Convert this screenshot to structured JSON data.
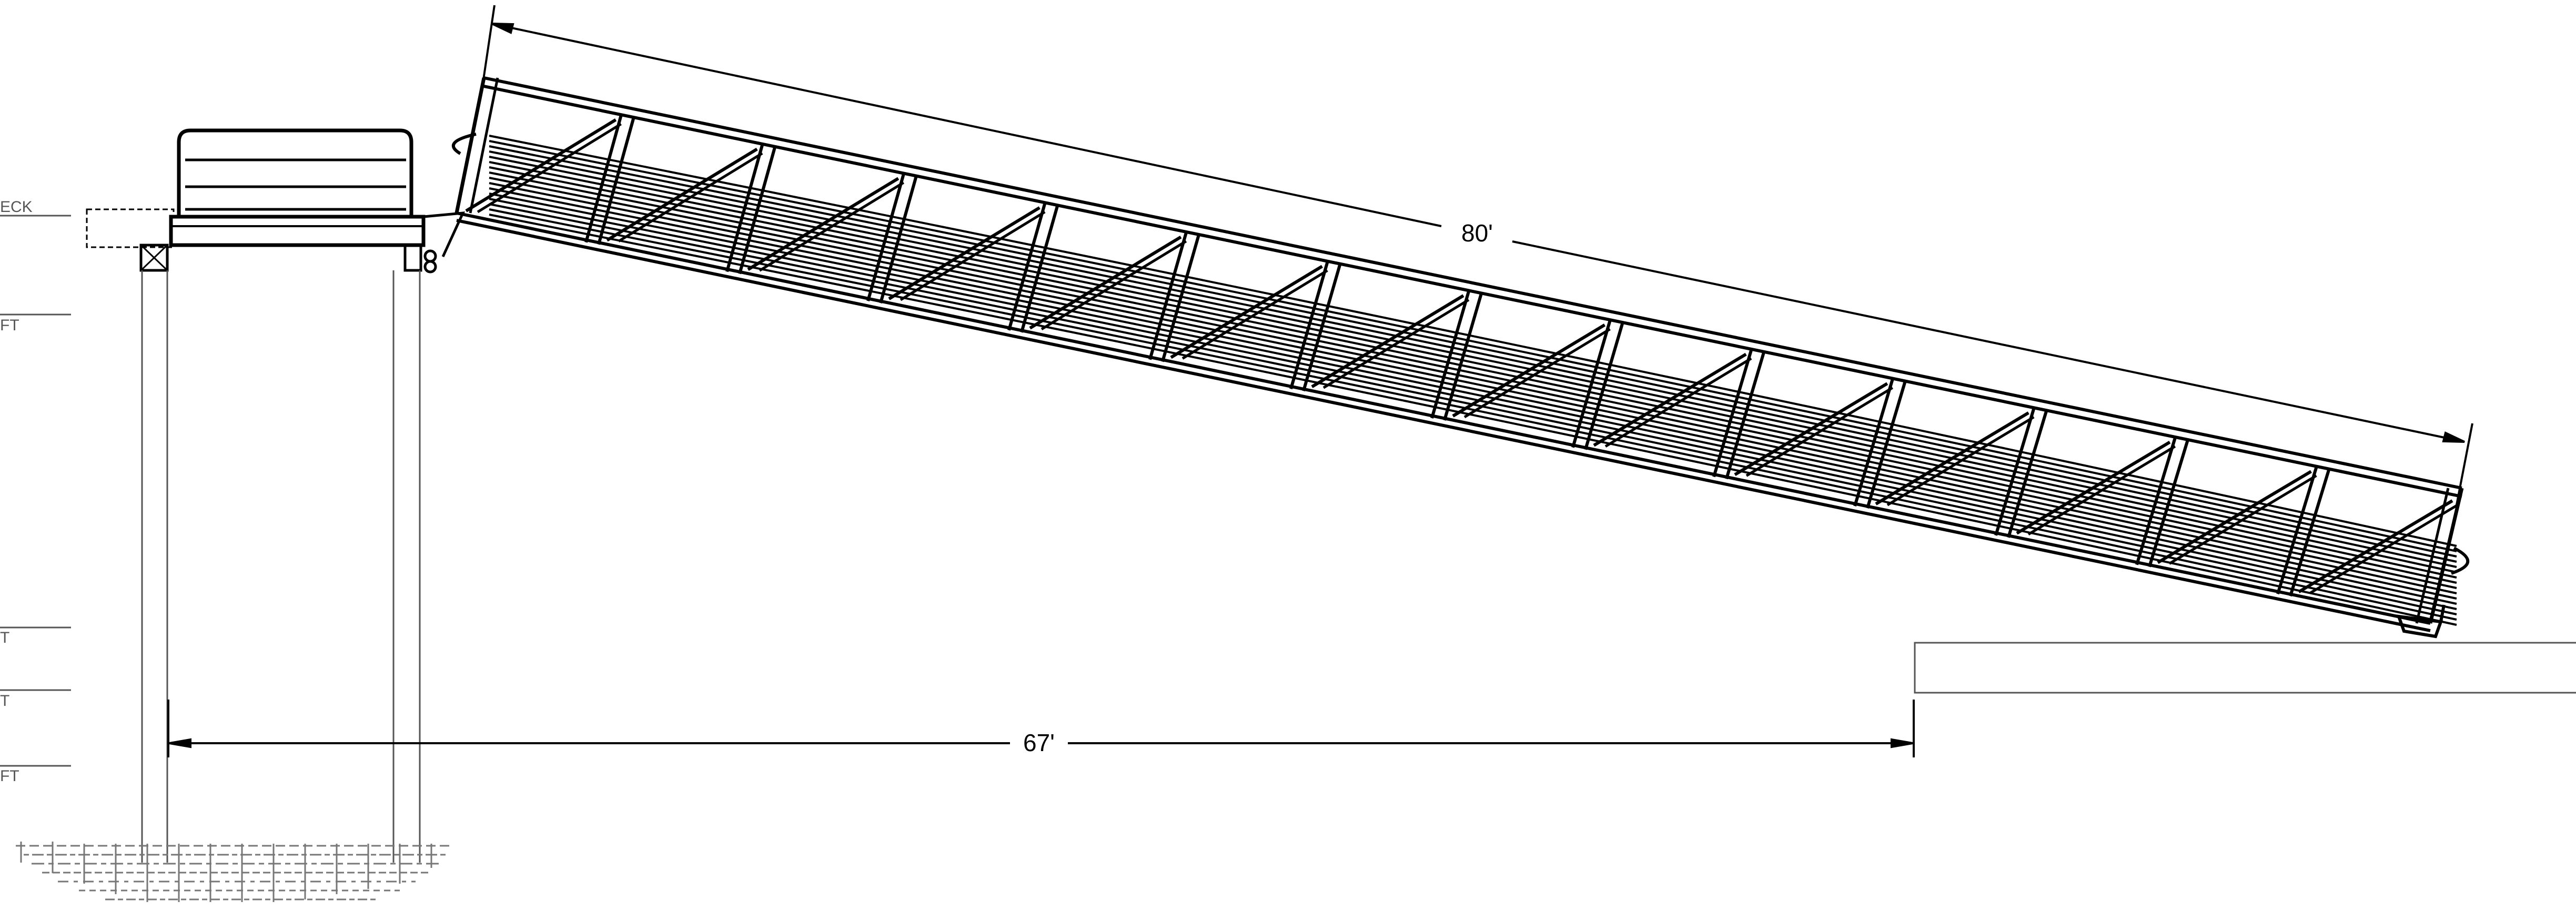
{
  "drawing": {
    "dimensions": {
      "gangway_length": "80'",
      "span_length": "67'"
    },
    "level_labels": [
      "ECK",
      "FT",
      "T",
      "T",
      "FT"
    ],
    "truss_panel_count": 14,
    "colors": {
      "line": "#000000",
      "light_line": "#555555",
      "background": "#ffffff"
    }
  }
}
